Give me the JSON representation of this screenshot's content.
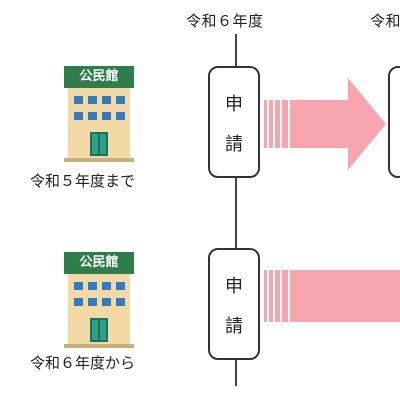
{
  "headers": {
    "year1": "令和６年度",
    "year2": "令和"
  },
  "buildings": [
    {
      "sign": "公民館",
      "caption": "令和５年度まで"
    },
    {
      "sign": "公民館",
      "caption": "令和６年度から"
    }
  ],
  "apply_box": {
    "char1": "申",
    "char2": "請"
  },
  "colors": {
    "arrow_fill": "#f6a5ae",
    "sign_green": "#2f7d4a",
    "building_body": "#f3d9a3",
    "window_blue": "#2f7bc4",
    "door_teal": "#2aa38a"
  }
}
